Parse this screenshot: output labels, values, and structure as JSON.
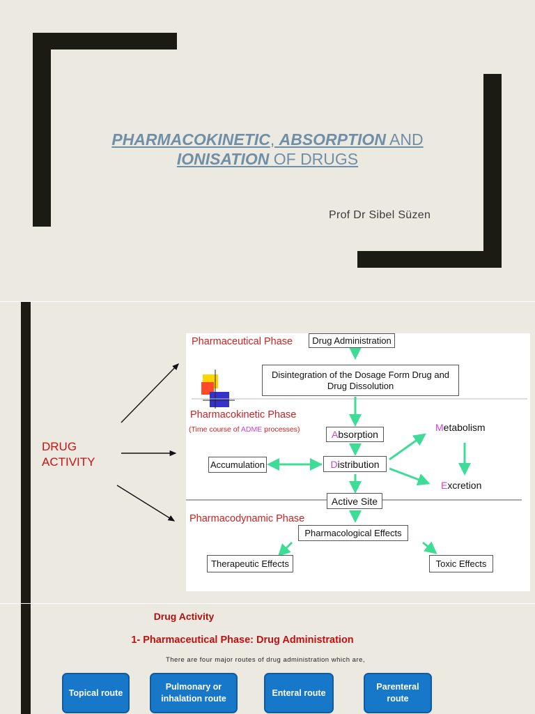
{
  "slide1": {
    "title_part1": "PHARMACOKINETIC",
    "title_part2": ", ",
    "title_part3": "ABSORPTION",
    "title_part4": " AND",
    "title_part5": "IONISATION",
    "title_part6": " OF DRUGS",
    "author": "Prof Dr Sibel Süzen"
  },
  "slide2": {
    "side_label_line1": "DRUG",
    "side_label_line2": "ACTIVITY",
    "diagram": {
      "pharmaceutical_phase": "Pharmaceutical Phase",
      "drug_administration": "Drug Administration",
      "disintegration": "Disintegration of the Dosage Form Drug and Drug Dissolution",
      "pharmacokinetic_phase": "Pharmacokinetic Phase",
      "time_course_prefix": "(Time course of ",
      "time_course_adme": "ADME",
      "time_course_suffix": " processes)",
      "absorption_initial": "A",
      "absorption_rest": "bsorption",
      "metabolism_initial": "M",
      "metabolism_rest": "etabolism",
      "accumulation": "Accumulation",
      "distribution_initial": "D",
      "distribution_rest": "istribution",
      "excretion_initial": "E",
      "excretion_rest": "xcretion",
      "active_site": "Active Site",
      "pharmacodynamic_phase": "Pharmacodynamic Phase",
      "pharmacological_effects": "Pharmacological Effects",
      "therapeutic_effects": "Therapeutic Effects",
      "toxic_effects": "Toxic Effects"
    }
  },
  "slide3": {
    "heading1": "Drug Activity",
    "heading2": "1- Pharmaceutical Phase: Drug Administration",
    "intro": "There are four major routes of drug administration which are,",
    "routes": [
      "Topical route",
      "Pulmonary or inhalation route",
      "Enteral route",
      "Parenteral route"
    ]
  },
  "colors": {
    "background": "#ece9e1",
    "frame": "#1b1b14",
    "title_link": "#6f8fa8",
    "accent_red": "#cc1111",
    "arrow_green": "#3ddc97",
    "route_blue": "#1777c9"
  }
}
